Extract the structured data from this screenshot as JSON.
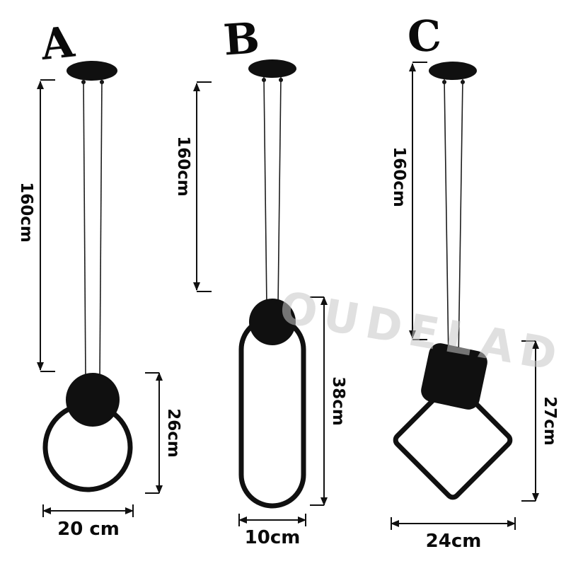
{
  "figure": {
    "watermark": "OUDELAD"
  },
  "lamps": [
    {
      "label": "A",
      "shade_type": "ring-with-disc",
      "dims": {
        "drop": "160cm",
        "height": "26cm",
        "width": "20 cm"
      }
    },
    {
      "label": "B",
      "shade_type": "capsule-with-disc",
      "dims": {
        "drop": "160cm",
        "height": "38cm",
        "width": "10cm"
      }
    },
    {
      "label": "C",
      "shade_type": "diamond-with-square",
      "dims": {
        "drop": "160cm",
        "height": "27cm",
        "width": "24cm"
      }
    }
  ]
}
